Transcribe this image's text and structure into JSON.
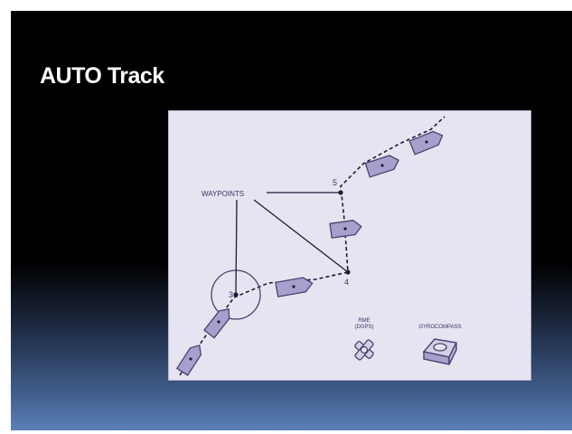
{
  "slide": {
    "title": "AUTO Track",
    "background_top": "#000000",
    "background_bottom": "#5a7fb6"
  },
  "diagram": {
    "panel_color": "#e6e4f0",
    "line_color": "#1f1a3a",
    "vessel_fill": "#a99fcc",
    "vessel_stroke": "#4a4070",
    "labels": {
      "waypoints": "WAYPOINTS",
      "waypoint_3": "3",
      "waypoint_4": "4",
      "waypoint_5": "5",
      "rme_line1": "RME",
      "rme_line2": "(DGPS)",
      "gyrocompass": "GYROCOMPASS"
    },
    "icons": [
      "rme-dgps-antenna-icon",
      "gyrocompass-icon"
    ]
  }
}
